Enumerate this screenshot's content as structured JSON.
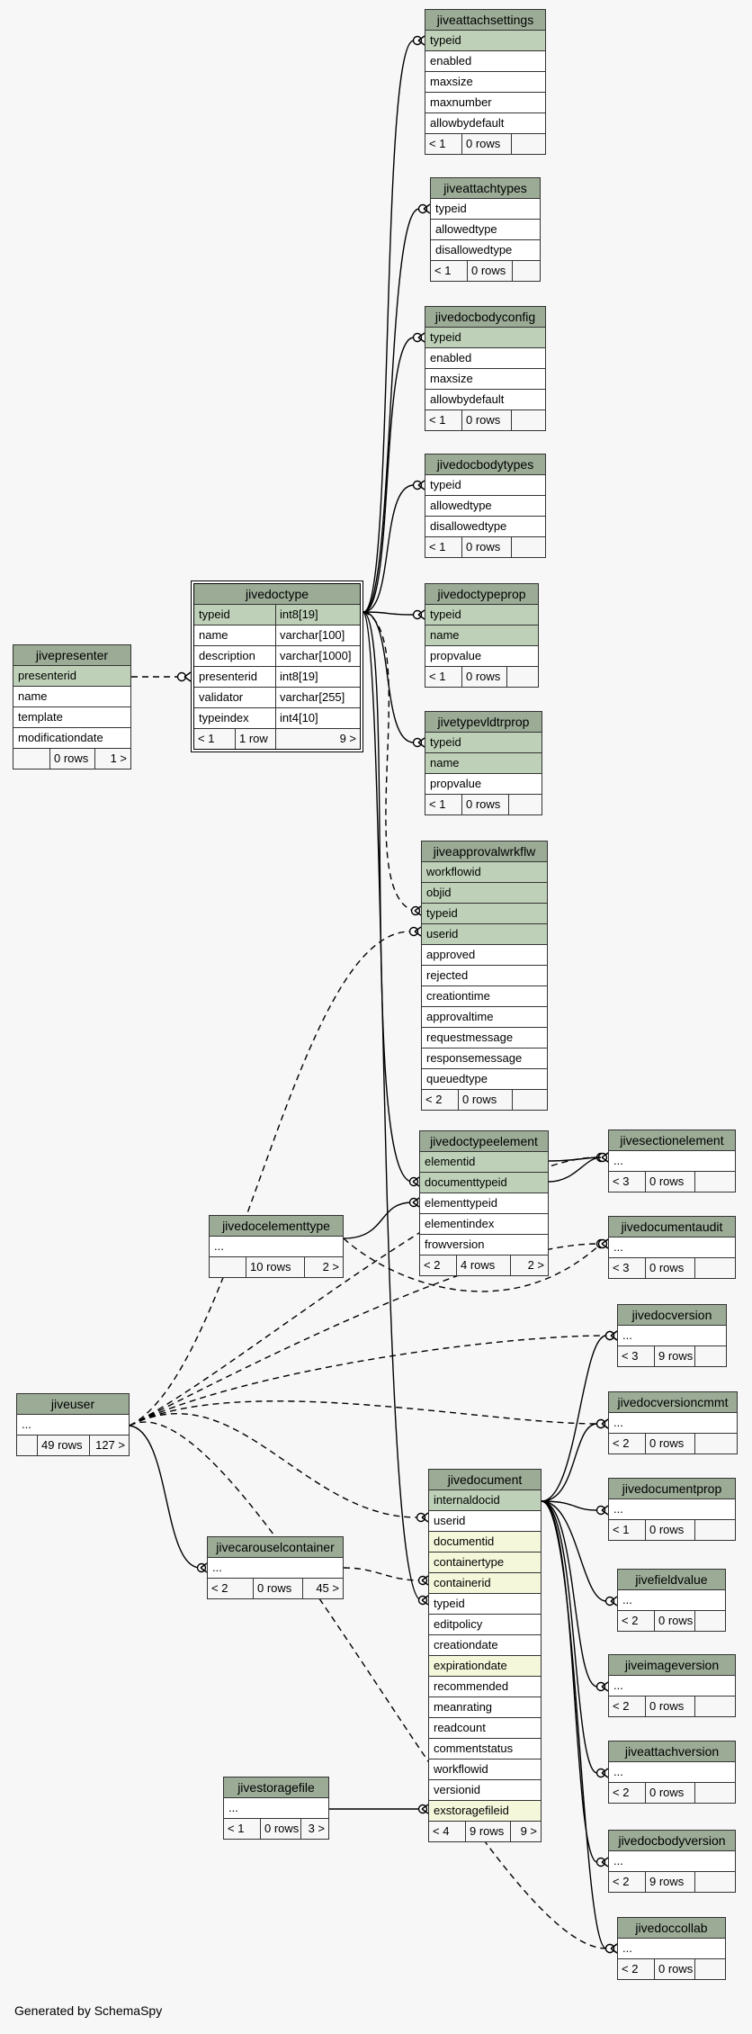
{
  "footer": "Generated by SchemaSpy",
  "tables": {
    "jiveattachsettings": {
      "name": "jiveattachsettings",
      "columns": [
        {
          "name": "typeid",
          "kind": "pk"
        },
        {
          "name": "enabled"
        },
        {
          "name": "maxsize"
        },
        {
          "name": "maxnumber"
        },
        {
          "name": "allowbydefault"
        }
      ],
      "footer": [
        "< 1",
        "0 rows",
        ""
      ]
    },
    "jiveattachtypes": {
      "name": "jiveattachtypes",
      "columns": [
        {
          "name": "typeid"
        },
        {
          "name": "allowedtype"
        },
        {
          "name": "disallowedtype"
        }
      ],
      "footer": [
        "< 1",
        "0 rows",
        ""
      ]
    },
    "jivedocbodyconfig": {
      "name": "jivedocbodyconfig",
      "columns": [
        {
          "name": "typeid",
          "kind": "pk"
        },
        {
          "name": "enabled"
        },
        {
          "name": "maxsize"
        },
        {
          "name": "allowbydefault"
        }
      ],
      "footer": [
        "< 1",
        "0 rows",
        ""
      ]
    },
    "jivedocbodytypes": {
      "name": "jivedocbodytypes",
      "columns": [
        {
          "name": "typeid"
        },
        {
          "name": "allowedtype"
        },
        {
          "name": "disallowedtype"
        }
      ],
      "footer": [
        "< 1",
        "0 rows",
        ""
      ]
    },
    "jivedoctypeprop": {
      "name": "jivedoctypeprop",
      "columns": [
        {
          "name": "typeid",
          "kind": "pk"
        },
        {
          "name": "name",
          "kind": "pk"
        },
        {
          "name": "propvalue"
        }
      ],
      "footer": [
        "< 1",
        "0 rows",
        ""
      ]
    },
    "jivetypevldtrprop": {
      "name": "jivetypevldtrprop",
      "columns": [
        {
          "name": "typeid",
          "kind": "pk"
        },
        {
          "name": "name",
          "kind": "pk"
        },
        {
          "name": "propvalue"
        }
      ],
      "footer": [
        "< 1",
        "0 rows",
        ""
      ]
    },
    "jiveapprovalwrkflw": {
      "name": "jiveapprovalwrkflw",
      "columns": [
        {
          "name": "workflowid",
          "kind": "pk"
        },
        {
          "name": "objid",
          "kind": "pk"
        },
        {
          "name": "typeid",
          "kind": "pk"
        },
        {
          "name": "userid",
          "kind": "pk"
        },
        {
          "name": "approved"
        },
        {
          "name": "rejected"
        },
        {
          "name": "creationtime"
        },
        {
          "name": "approvaltime"
        },
        {
          "name": "requestmessage"
        },
        {
          "name": "responsemessage"
        },
        {
          "name": "queuedtype"
        }
      ],
      "footer": [
        "< 2",
        "0 rows",
        ""
      ]
    },
    "jivedoctype": {
      "name": "jivedoctype",
      "columns": [
        {
          "name": "typeid",
          "type": "int8[19]",
          "kind": "pk"
        },
        {
          "name": "name",
          "type": "varchar[100]"
        },
        {
          "name": "description",
          "type": "varchar[1000]"
        },
        {
          "name": "presenterid",
          "type": "int8[19]"
        },
        {
          "name": "validator",
          "type": "varchar[255]"
        },
        {
          "name": "typeindex",
          "type": "int4[10]"
        }
      ],
      "footer": [
        "< 1",
        "1 row",
        "9 >"
      ]
    },
    "jivepresenter": {
      "name": "jivepresenter",
      "columns": [
        {
          "name": "presenterid",
          "kind": "pk"
        },
        {
          "name": "name"
        },
        {
          "name": "template"
        },
        {
          "name": "modificationdate"
        }
      ],
      "footer": [
        "",
        "0 rows",
        "1 >"
      ]
    },
    "jivedoctypeelement": {
      "name": "jivedoctypeelement",
      "columns": [
        {
          "name": "elementid",
          "kind": "pk"
        },
        {
          "name": "documenttypeid",
          "kind": "pk"
        },
        {
          "name": "elementtypeid"
        },
        {
          "name": "elementindex"
        },
        {
          "name": "frowversion"
        }
      ],
      "footer": [
        "< 2",
        "4 rows",
        "2 >"
      ]
    },
    "jivedocelementtype": {
      "name": "jivedocelementtype",
      "columns": [
        {
          "name": "..."
        }
      ],
      "footer": [
        "",
        "10 rows",
        "2 >"
      ]
    },
    "jivesectionelement": {
      "name": "jivesectionelement",
      "columns": [
        {
          "name": "..."
        }
      ],
      "footer": [
        "< 3",
        "0 rows",
        ""
      ]
    },
    "jivedocumentaudit": {
      "name": "jivedocumentaudit",
      "columns": [
        {
          "name": "..."
        }
      ],
      "footer": [
        "< 3",
        "0 rows",
        ""
      ]
    },
    "jivedocversion": {
      "name": "jivedocversion",
      "columns": [
        {
          "name": "..."
        }
      ],
      "footer": [
        "< 3",
        "9 rows",
        ""
      ]
    },
    "jivedocversioncmmt": {
      "name": "jivedocversioncmmt",
      "columns": [
        {
          "name": "..."
        }
      ],
      "footer": [
        "< 2",
        "0 rows",
        ""
      ]
    },
    "jivedocumentprop": {
      "name": "jivedocumentprop",
      "columns": [
        {
          "name": "..."
        }
      ],
      "footer": [
        "< 1",
        "0 rows",
        ""
      ]
    },
    "jivefieldvalue": {
      "name": "jivefieldvalue",
      "columns": [
        {
          "name": "..."
        }
      ],
      "footer": [
        "< 2",
        "0 rows",
        ""
      ]
    },
    "jiveimageversion": {
      "name": "jiveimageversion",
      "columns": [
        {
          "name": "..."
        }
      ],
      "footer": [
        "< 2",
        "0 rows",
        ""
      ]
    },
    "jiveattachversion": {
      "name": "jiveattachversion",
      "columns": [
        {
          "name": "..."
        }
      ],
      "footer": [
        "< 2",
        "0 rows",
        ""
      ]
    },
    "jivedocbodyversion": {
      "name": "jivedocbodyversion",
      "columns": [
        {
          "name": "..."
        }
      ],
      "footer": [
        "< 2",
        "9 rows",
        ""
      ]
    },
    "jivedoccollab": {
      "name": "jivedoccollab",
      "columns": [
        {
          "name": "..."
        }
      ],
      "footer": [
        "< 2",
        "0 rows",
        ""
      ]
    },
    "jiveuser": {
      "name": "jiveuser",
      "columns": [
        {
          "name": "..."
        }
      ],
      "footer": [
        "",
        "49 rows",
        "127 >"
      ]
    },
    "jivecarouselcontainer": {
      "name": "jivecarouselcontainer",
      "columns": [
        {
          "name": "..."
        }
      ],
      "footer": [
        "< 2",
        "0 rows",
        "45 >"
      ]
    },
    "jivedocument": {
      "name": "jivedocument",
      "columns": [
        {
          "name": "internaldocid",
          "kind": "pk"
        },
        {
          "name": "userid"
        },
        {
          "name": "documentid",
          "kind": "fk"
        },
        {
          "name": "containertype",
          "kind": "fk"
        },
        {
          "name": "containerid",
          "kind": "fk"
        },
        {
          "name": "typeid"
        },
        {
          "name": "editpolicy"
        },
        {
          "name": "creationdate"
        },
        {
          "name": "expirationdate",
          "kind": "fk"
        },
        {
          "name": "recommended"
        },
        {
          "name": "meanrating"
        },
        {
          "name": "readcount"
        },
        {
          "name": "commentstatus"
        },
        {
          "name": "workflowid"
        },
        {
          "name": "versionid"
        },
        {
          "name": "exstoragefileid",
          "kind": "fk"
        }
      ],
      "footer": [
        "< 4",
        "9 rows",
        "9 >"
      ]
    },
    "jivestoragefile": {
      "name": "jivestoragefile",
      "columns": [
        {
          "name": "..."
        }
      ],
      "footer": [
        "< 1",
        "0 rows",
        "3 >"
      ]
    }
  }
}
